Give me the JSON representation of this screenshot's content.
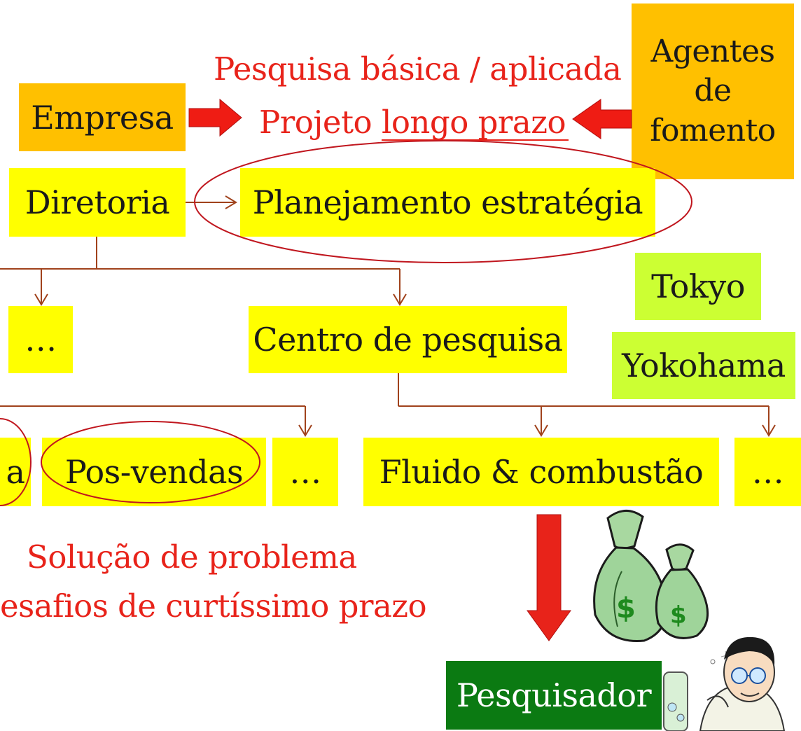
{
  "top": {
    "empresa": "Empresa",
    "agentes_line1": "Agentes",
    "agentes_line2": "de",
    "agentes_line3": "fomento",
    "pesquisa_basica": "Pesquisa básica / aplicada",
    "projeto_longo": "Projeto longo prazo"
  },
  "org": {
    "diretoria": "Diretoria",
    "planejamento": "Planejamento estratégia",
    "ellipsis_left": "…",
    "centro": "Centro de pesquisa",
    "tokyo": "Tokyo",
    "yokohama": "Yokohama"
  },
  "units": {
    "partial_left": "a",
    "pos_vendas": "Pos-vendas",
    "ellipsis_mid": "…",
    "fluido": "Fluido & combustão",
    "ellipsis_right": "…"
  },
  "bottom": {
    "solucao": "Solução de problema",
    "desafios": "esafios de curtíssimo prazo",
    "pesquisador": "Pesquisador"
  },
  "colors": {
    "yellow": "#ffff00",
    "orange": "#ffc000",
    "lime": "#ccff33",
    "dark_green": "#0b7a12",
    "red": "#e8231a",
    "connector": "#a0421c"
  }
}
